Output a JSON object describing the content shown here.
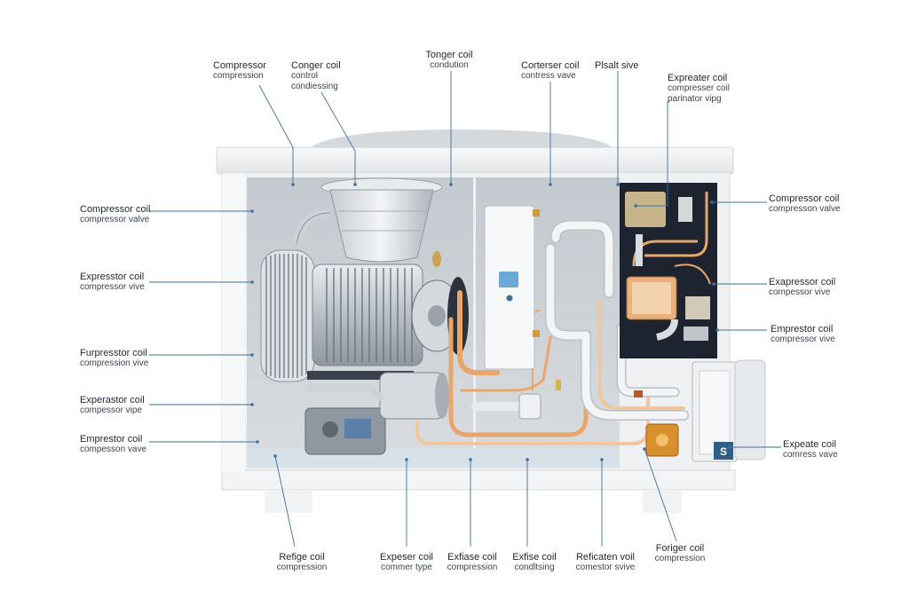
{
  "labels": {
    "top": [
      {
        "line1": "Compressor",
        "line2": "compression"
      },
      {
        "line1": "Conger coil",
        "line2": "control",
        "line3": "condiessing"
      },
      {
        "line1": "Tonger coil",
        "line2": "condution"
      },
      {
        "line1": "Corterser coil",
        "line2": "contress vave"
      },
      {
        "line1": "Plsalt sive",
        "line2": ""
      },
      {
        "line1": "Expreater coil",
        "line2": "compresser coil",
        "line3": "parinator vipg"
      }
    ],
    "left": [
      {
        "line1": "Compressor coil",
        "line2": "compressor valve"
      },
      {
        "line1": "Expresstor coil",
        "line2": "compressor vive"
      },
      {
        "line1": "Furpresstor coil",
        "line2": "compression vive"
      },
      {
        "line1": "Experastor coil",
        "line2": "compessor vipe"
      },
      {
        "line1": "Emprestor coil",
        "line2": "compesson vave"
      }
    ],
    "right": [
      {
        "line1": "Compressor coil",
        "line2": "compresson valve"
      },
      {
        "line1": "Exapressor coil",
        "line2": "compessor vive"
      },
      {
        "line1": "Emprestor coil",
        "line2": "compressor vive"
      },
      {
        "line1": "Expeate coil",
        "line2": "comress vave"
      }
    ],
    "bottom": [
      {
        "line1": "Refige coil",
        "line2": "compression"
      },
      {
        "line1": "Expeser coil",
        "line2": "commer type"
      },
      {
        "line1": "Exfiase coil",
        "line2": "compression"
      },
      {
        "line1": "Exfise coil",
        "line2": "condltsing"
      },
      {
        "line1": "Reficaten voil",
        "line2": "comestor svive"
      },
      {
        "line1": "Foriger coil",
        "line2": "compression"
      }
    ]
  },
  "device_badge": "S",
  "colors": {
    "copper": "#d9955a",
    "copper_light": "#f1c49a",
    "pipe_white": "#f2f4f6",
    "cabinet": "#eef0f2",
    "inner": "#c9ced4",
    "dark_panel": "#1d2430",
    "leader": "#3f6f9a"
  }
}
